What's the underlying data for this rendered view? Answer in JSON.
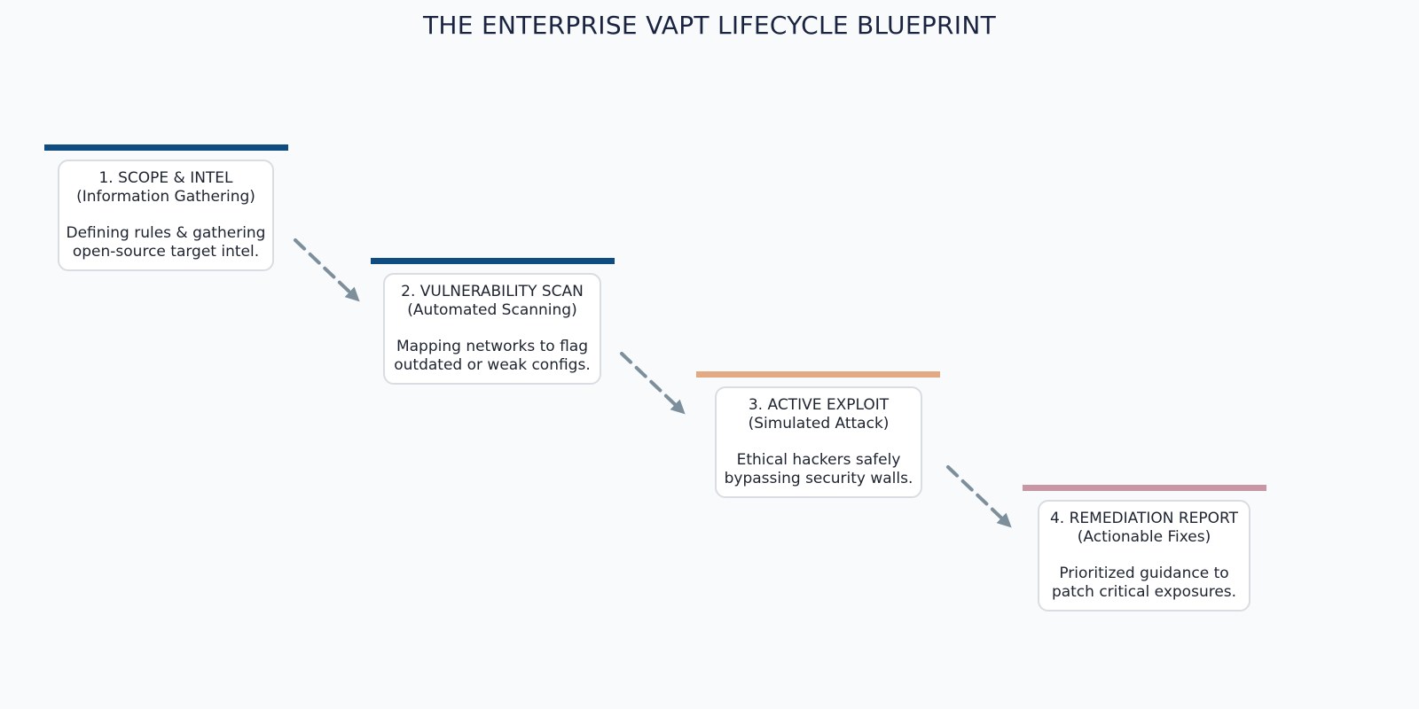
{
  "title": "THE ENTERPRISE VAPT LIFECYCLE BLUEPRINT",
  "steps": [
    {
      "title": "1. SCOPE & INTEL",
      "subtitle": "(Information Gathering)",
      "description": "Defining rules & gathering\nopen-source target intel.",
      "bar_color": "#0f4c81"
    },
    {
      "title": "2. VULNERABILITY SCAN",
      "subtitle": "(Automated Scanning)",
      "description": "Mapping networks to flag\noutdated or weak configs.",
      "bar_color": "#0f4c81"
    },
    {
      "title": "3. ACTIVE EXPLOIT",
      "subtitle": "(Simulated Attack)",
      "description": "Ethical hackers safely\nbypassing security walls.",
      "bar_color": "#e3a982"
    },
    {
      "title": "4. REMEDIATION REPORT",
      "subtitle": "(Actionable Fixes)",
      "description": "Prioritized guidance to\npatch critical exposures.",
      "bar_color": "#c996a6"
    }
  ],
  "colors": {
    "background": "#f8fafc",
    "title_text": "#1a2440",
    "card_border": "#d9dde2",
    "arrow": "#7d8f9b"
  }
}
